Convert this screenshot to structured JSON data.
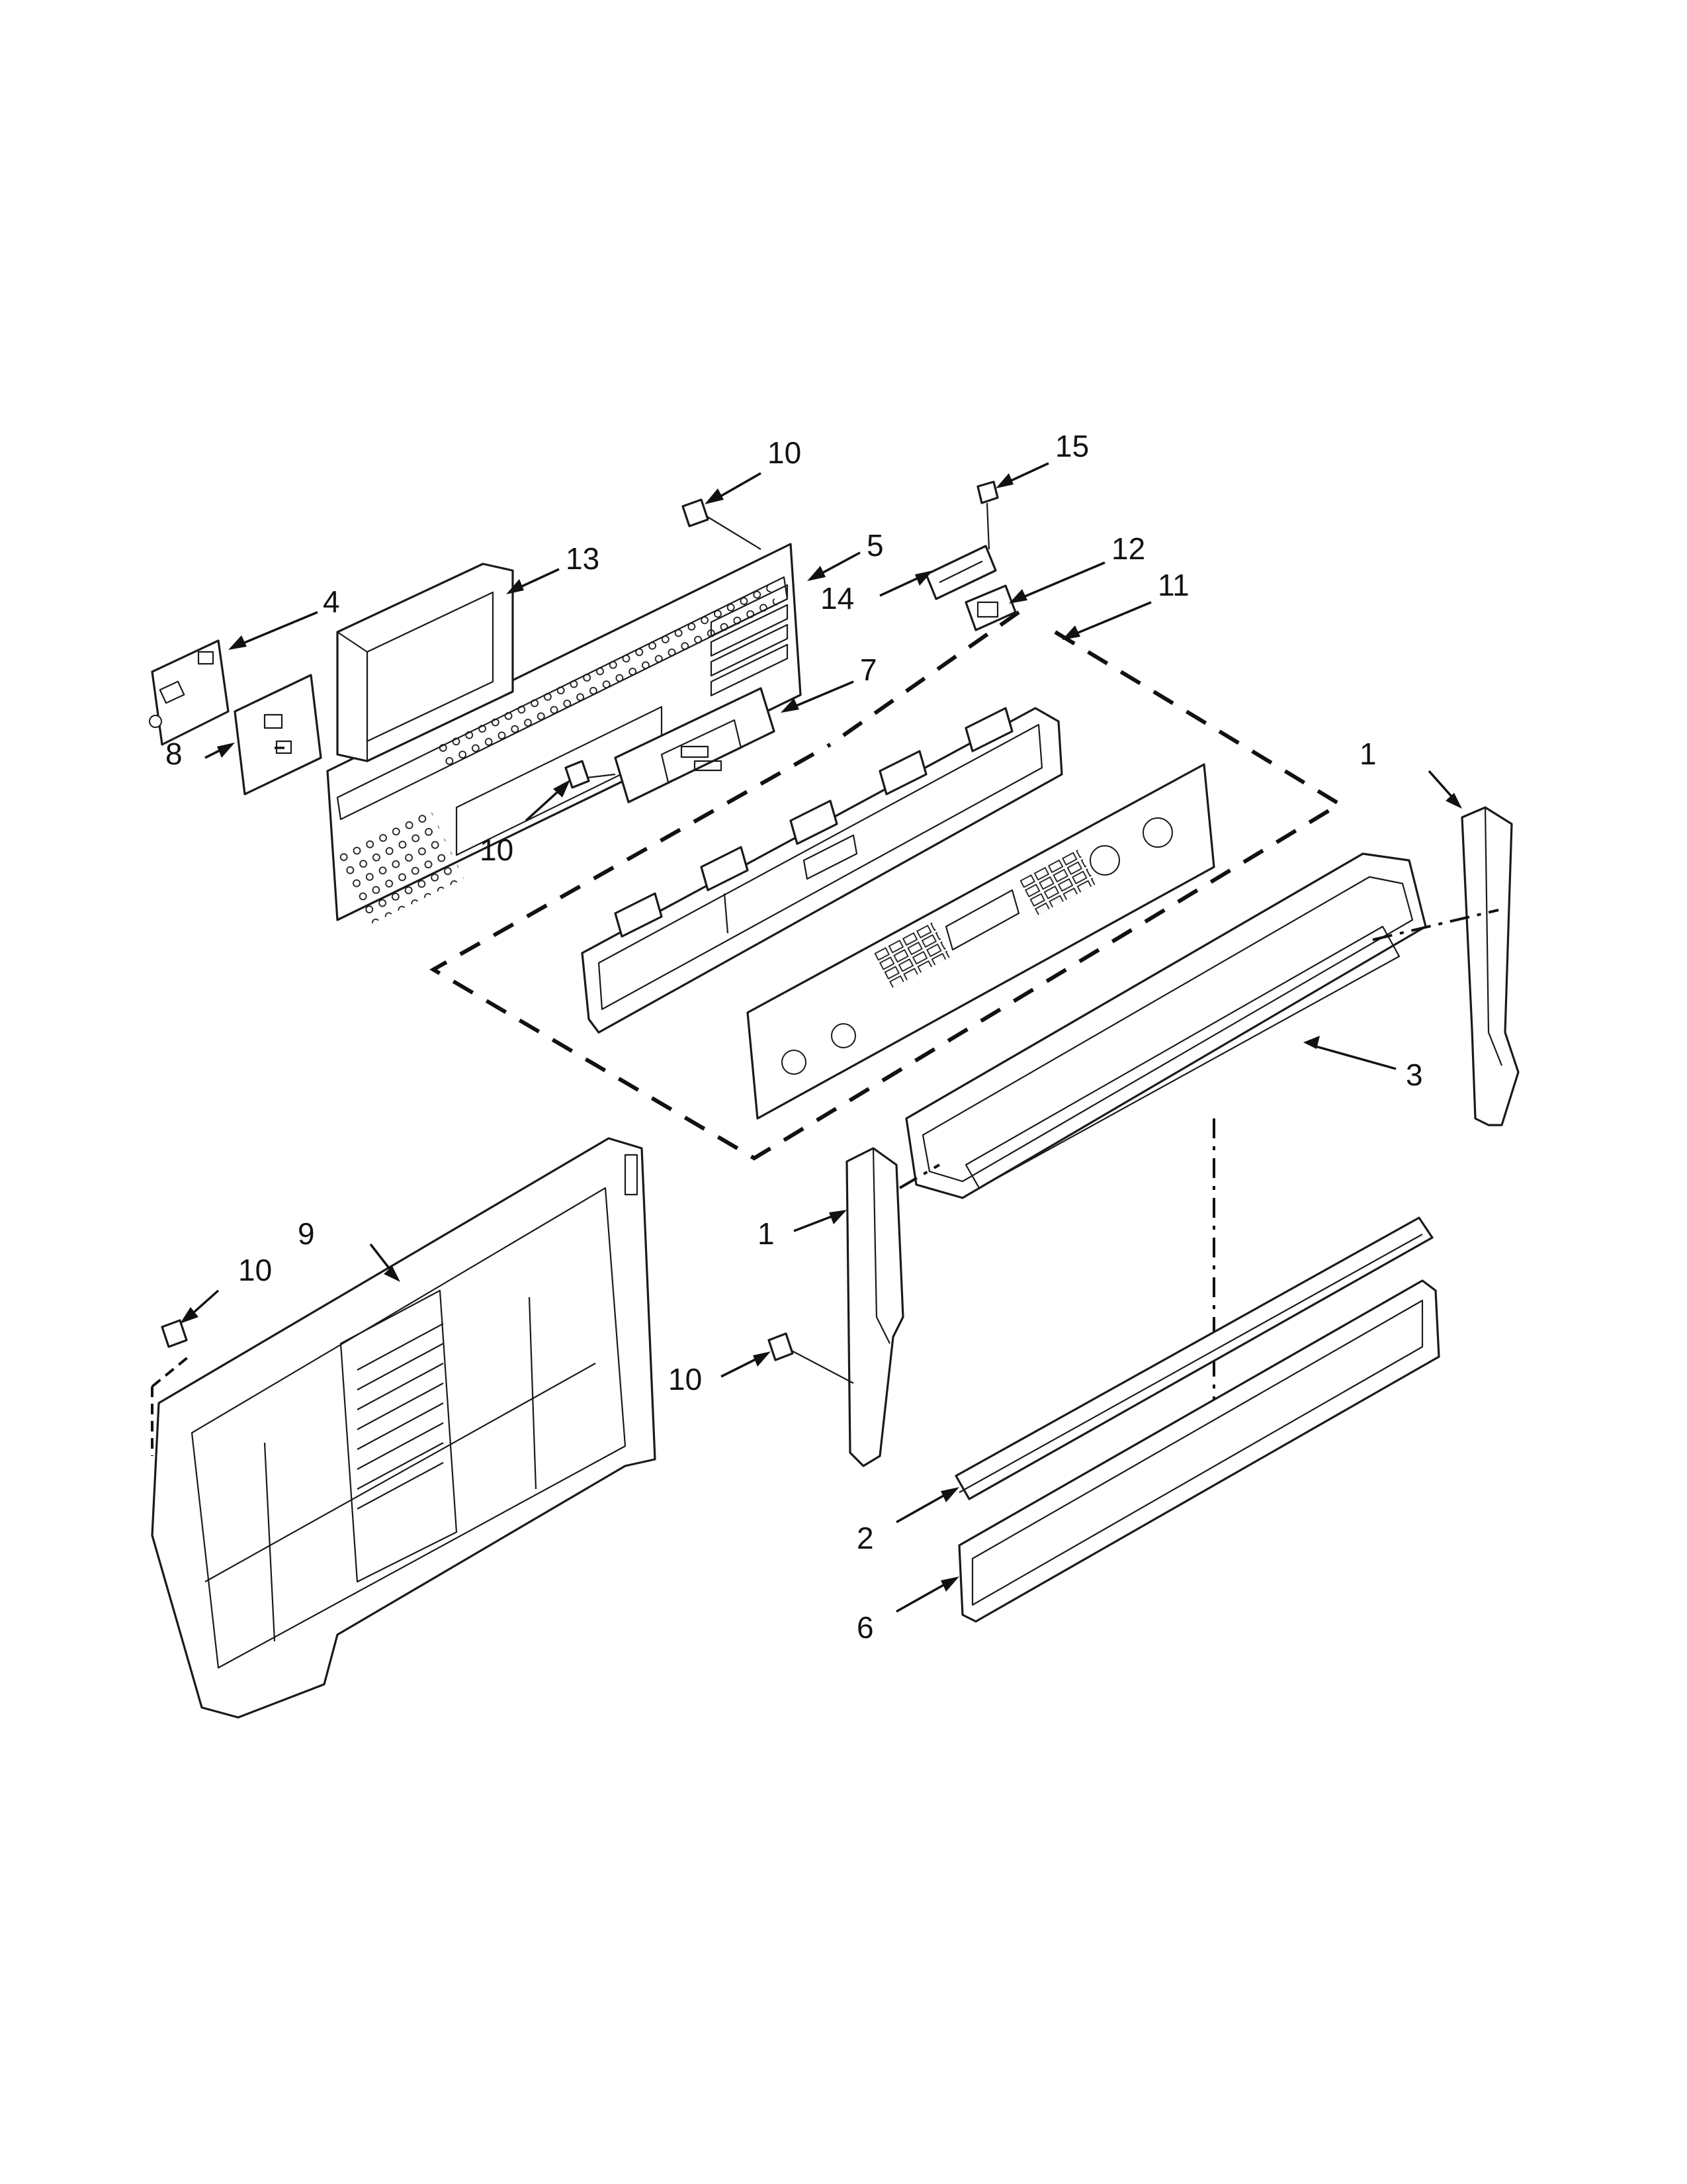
{
  "callouts": [
    {
      "id": "c-10-a",
      "label": "10"
    },
    {
      "id": "c-15",
      "label": "15"
    },
    {
      "id": "c-13",
      "label": "13"
    },
    {
      "id": "c-5",
      "label": "5"
    },
    {
      "id": "c-12",
      "label": "12"
    },
    {
      "id": "c-11",
      "label": "11"
    },
    {
      "id": "c-4",
      "label": "4"
    },
    {
      "id": "c-14",
      "label": "14"
    },
    {
      "id": "c-7",
      "label": "7"
    },
    {
      "id": "c-8",
      "label": "8"
    },
    {
      "id": "c-10-b",
      "label": "10"
    },
    {
      "id": "c-1-a",
      "label": "1"
    },
    {
      "id": "c-3",
      "label": "3"
    },
    {
      "id": "c-9",
      "label": "9"
    },
    {
      "id": "c-10-c",
      "label": "10"
    },
    {
      "id": "c-1-b",
      "label": "1"
    },
    {
      "id": "c-10-d",
      "label": "10"
    },
    {
      "id": "c-2",
      "label": "2"
    },
    {
      "id": "c-6",
      "label": "6"
    }
  ]
}
